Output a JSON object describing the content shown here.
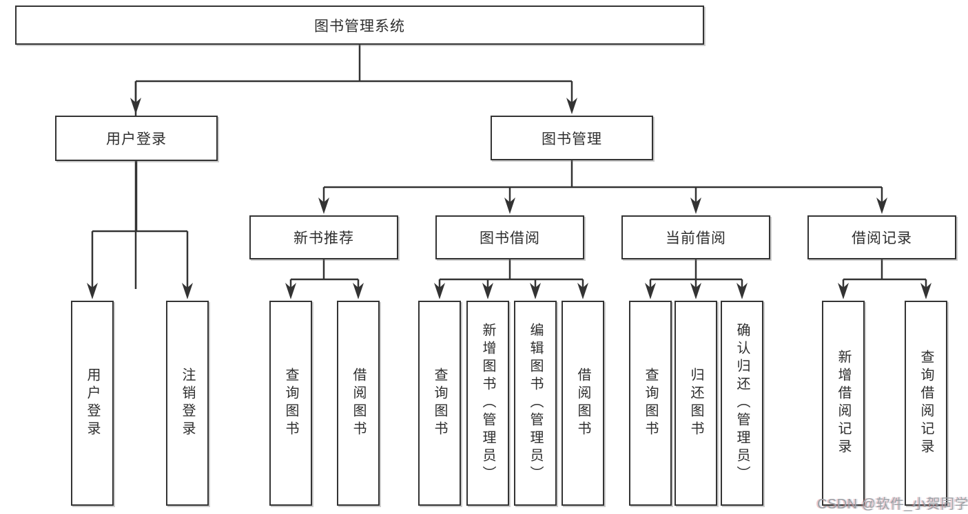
{
  "tree": {
    "label": "图书管理系统",
    "children": [
      {
        "label": "用户登录",
        "children": [
          {
            "label": "用户登录"
          },
          {
            "label": "注销登录"
          }
        ]
      },
      {
        "label": "图书管理",
        "children": [
          {
            "label": "新书推荐",
            "children": [
              {
                "label": "查询图书"
              },
              {
                "label": "借阅图书"
              }
            ]
          },
          {
            "label": "图书借阅",
            "children": [
              {
                "label": "查询图书"
              },
              {
                "label": "新增图书（管理员）"
              },
              {
                "label": "编辑图书（管理员）"
              },
              {
                "label": "借阅图书"
              }
            ]
          },
          {
            "label": "当前借阅",
            "children": [
              {
                "label": "查询图书"
              },
              {
                "label": "归还图书"
              },
              {
                "label": "确认归还（管理员）"
              }
            ]
          },
          {
            "label": "借阅记录",
            "children": [
              {
                "label": "新增借阅记录"
              },
              {
                "label": "查询借阅记录"
              }
            ]
          }
        ]
      }
    ]
  },
  "watermark": {
    "text": "CSDN @软件_小贺同学"
  },
  "colors": {
    "line": "#333333",
    "text": "#2e2e2e",
    "box_background": "#ffffff",
    "watermark_text": "#9ba1a6"
  }
}
